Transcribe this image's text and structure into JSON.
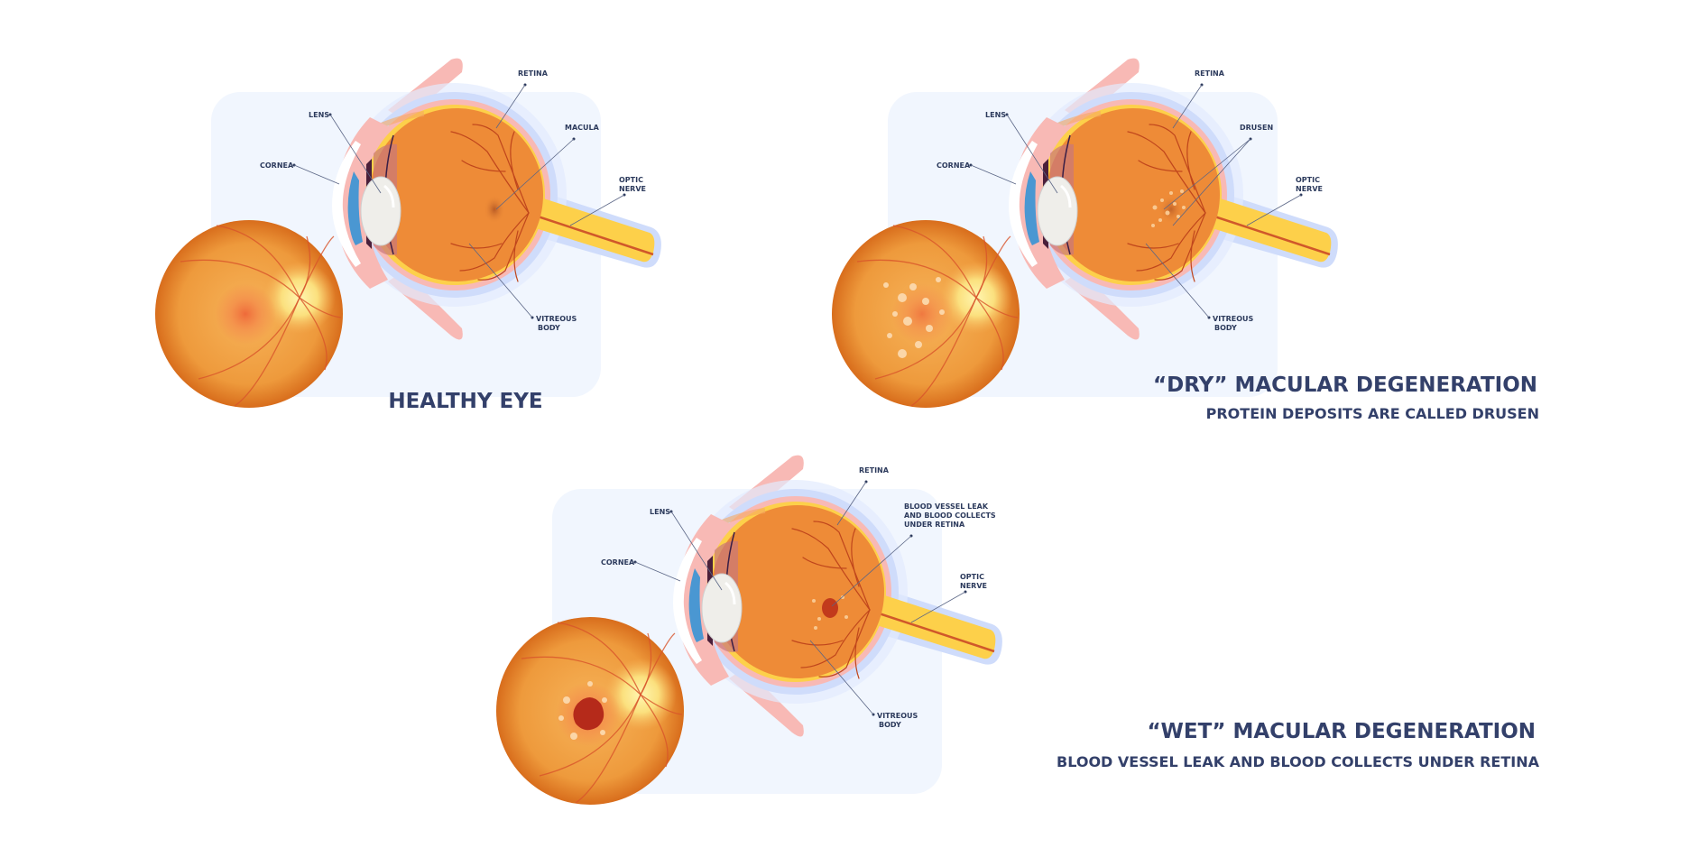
{
  "colors": {
    "title": "#33406a",
    "label": "#2c3a5c",
    "panel_bg": "#f1f6fe",
    "eye_orange": "#ee8b37",
    "nerve_yellow": "#fdd04a"
  },
  "panels": [
    {
      "id": "healthy",
      "title": "HEALTHY EYE",
      "labels": {
        "lens": "LENS",
        "cornea": "CORNEA",
        "retina": "RETINA",
        "feature": "MACULA",
        "optic1": "OPTIC",
        "optic2": "NERVE",
        "vitreous1": "VITREOUS",
        "vitreous2": "BODY"
      }
    },
    {
      "id": "dry",
      "title": "“DRY” MACULAR DEGENERATION",
      "subtitle": "PROTEIN DEPOSITS ARE CALLED DRUSEN",
      "labels": {
        "lens": "LENS",
        "cornea": "CORNEA",
        "retina": "RETINA",
        "feature": "DRUSEN",
        "optic1": "OPTIC",
        "optic2": "NERVE",
        "vitreous1": "VITREOUS",
        "vitreous2": "BODY"
      }
    },
    {
      "id": "wet",
      "title": "“WET” MACULAR DEGENERATION",
      "subtitle": "BLOOD VESSEL LEAK AND BLOOD COLLECTS UNDER RETINA",
      "labels": {
        "lens": "LENS",
        "cornea": "CORNEA",
        "retina": "RETINA",
        "feature1": "BLOOD VESSEL LEAK",
        "feature2": "AND BLOOD COLLECTS",
        "feature3": "UNDER RETINA",
        "optic1": "OPTIC",
        "optic2": "NERVE",
        "vitreous1": "VITREOUS",
        "vitreous2": "BODY"
      }
    }
  ]
}
